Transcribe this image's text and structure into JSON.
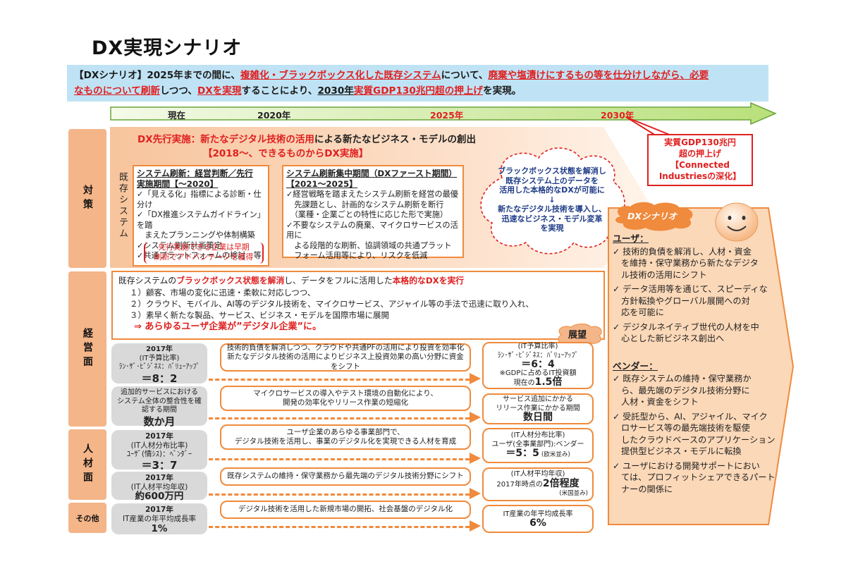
{
  "title": "DX実現シナリオ",
  "banner": {
    "p1": "【DXシナリオ】2025年までの間に、",
    "p2": "複雑化・ブラックボックス化した既存システム",
    "p3": "について、",
    "p4": "廃棄や塩漬けにするもの等を仕分けしながら、必要",
    "p5": "なものについて刷新",
    "p6": "しつつ、",
    "p7": "DXを実現",
    "p8": "することにより、",
    "p9": "2030年",
    "p10": "実質GDP130兆円超の押上げ",
    "p11": "を実現。"
  },
  "timeline": {
    "now": "現在",
    "y2020": "2020年",
    "y2025": "2025年",
    "y2030": "2030年"
  },
  "gdp_callout": {
    "l1": "実質GDP130兆円",
    "l2": "超の押上げ",
    "l3": "【Connected",
    "l4": "Industriesの深化】"
  },
  "tabs": {
    "taisaku": "対策",
    "keiei": "経営面",
    "jinzai": "人材面",
    "other": "その他"
  },
  "dx_pilot": {
    "l1a": "DX先行実施：新たなデジタル技術の活用",
    "l1b": "による新たなビジネス・モデルの創出",
    "l2": "【2018～、できるものからDX実施】"
  },
  "kizon": {
    "label": "既存システム"
  },
  "renewal": {
    "h1": "システム刷新：経営判断／先行",
    "h2": "実施期間【～2020】",
    "items": [
      "✓「見える化」指標による診断・仕分け",
      "✓「DX推進システムガイドライン」を踏",
      "　まえたプランニングや体制構築",
      "✓システム刷新計画策定",
      "✓共通プラットフォームの検討　等"
    ],
    "note1": "先行実施できる企業は早期",
    "note2": "刷新でアドバンテージを獲得"
  },
  "intensive": {
    "h1": "システム刷新集中期間（DXファースト期間）",
    "h2": "【2021～2025】",
    "items": [
      "✓経営戦略を踏まえたシステム刷新を経営の最優",
      "　先課題とし、計画的なシステム刷新を断行",
      "　（業種・企業ごとの特性に応じた形で実施）",
      "✓不要なシステムの廃棄、マイクロサービスの活用に",
      "　よる段階的な刷新、協調領域の共通プラット",
      "　フォーム活用等により、リスクを低減"
    ]
  },
  "cloud": {
    "l1": "ブラックボックス状態を解消し",
    "l2": "既存システム上のデータを",
    "l3": "活用した本格的なDXが可能に",
    "arrow": "↓",
    "l4": "新たなデジタル技術を導入し、",
    "l5": "迅速なビジネス・モデル変革",
    "l6": "を実現"
  },
  "scenario_badge": "DXシナリオ",
  "keiei": {
    "l1a": "既存システムの",
    "l1b": "ブラックボックス状態を解消",
    "l1c": "し、データをフルに活用した",
    "l1d": "本格的なDXを実行",
    "l2": "１）顧客、市場の変化に迅速・柔軟に対応しつつ、",
    "l3": "２）クラウド、モバイル、AI等のデジタル技術を、マイクロサービス、アジャイル等の手法で迅速に取り入れ、",
    "l4": "３）素早く新たな製品、サービス、ビジネス・モデルを国際市場に展開",
    "l5a": "⇒ ",
    "l5b": "あらゆるユーザ企業が”デジタル企業”に。"
  },
  "tenbo": "展望",
  "rows": [
    {
      "left": [
        "2017年",
        "(IT予算比率)",
        "ﾗﾝ･ｻﾞ･ﾋﾞｼﾞﾈｽ：ﾊﾞﾘｭｰｱｯﾌﾟ"
      ],
      "left_big": "＝8：2",
      "mid": [
        "技術的負債を解消しつつ、クラウドや共通PFの活用により投資を効率化",
        "新たなデジタル技術の活用によりビジネス上投資効果の高い分野に資金をシフト"
      ],
      "right": [
        "(IT予算比率)",
        "ﾗﾝ･ｻﾞ･ﾋﾞｼﾞﾈｽ：ﾊﾞﾘｭｰｱｯﾌﾟ"
      ],
      "right_big": "＝6：4",
      "right_extra": [
        "※GDPに占めるIT投資額"
      ],
      "right_tail_a": "現在の",
      "right_tail_b": "1.5倍"
    },
    {
      "left": [
        "追加的サービスにおける",
        "システム全体の整合性を確",
        "認する期間"
      ],
      "left_big": "数か月",
      "mid": [
        "マイクロサービスの導入やテスト環境の自動化により、",
        "開発の効率化やリリース作業の短縮化"
      ],
      "right": [
        "サービス追加にかかる",
        "リリース作業にかかる期間"
      ],
      "right_big": "数日間"
    },
    {
      "left": [
        "2017年",
        "(IT人材分布比率)",
        "ﾕｰｻﾞ(情ｼｽ)：ﾍﾞﾝﾀﾞｰ"
      ],
      "left_big": "＝3：7",
      "mid": [
        "ユーザ企業のあらゆる事業部門で、",
        "デジタル技術を活用し、事業のデジタル化を実現できる人材を育成"
      ],
      "right": [
        "(IT人材分布比率)",
        "ユーザ(全事業部門):ベンダー"
      ],
      "right_big": "＝5：5",
      "right_note": "(欧米並み)"
    },
    {
      "left": [
        "2017年",
        "(IT人材平均年収)"
      ],
      "left_big": "約600万円",
      "mid": [
        "既存システムの維持・保守業務から最先端のデジタル技術分野にシフト"
      ],
      "right": [
        "(IT人材平均年収)"
      ],
      "right_mixed_a": "2017年時点の",
      "right_mixed_b": "2倍程度",
      "right_note": "(米国並み)"
    },
    {
      "left": [
        "2017年",
        "IT産業の年平均成長率"
      ],
      "left_big": "1%",
      "mid": [
        "デジタル技術を活用した新規市場の開拓、社会基盤のデジタル化"
      ],
      "right": [
        "IT産業の年平均成長率"
      ],
      "right_big": "6%"
    }
  ],
  "user_panel": {
    "user_h": "ユーザ：",
    "user_items": [
      [
        "✓ 技術的負債を解消し、人材・資金",
        "を維持・保守業務から新たなデジタ",
        "ル技術の活用にシフト"
      ],
      [
        "✓ データ活用等を通じて、スピーディな",
        "方針転換やグローバル展開への対",
        "応を可能に"
      ],
      [
        "✓ デジタルネイティブ世代の人材を中",
        "心とした新ビジネス創出へ"
      ]
    ],
    "vendor_h": "ベンダー：",
    "vendor_items": [
      [
        "✓ 既存システムの維持・保守業務か",
        "ら、最先端のデジタル技術分野に",
        "人材・資金をシフト"
      ],
      [
        "✓ 受託型から、AI、アジャイル、マイク",
        "ロサービス等の最先端技術を駆使",
        "したクラウドベースのアプリケーション",
        "提供型ビジネス・モデルに転換"
      ],
      [
        "✓ ユーザにおける開発サポートにおい",
        "ては、プロフィットシェアできるパート",
        "ナーの関係に"
      ]
    ]
  }
}
